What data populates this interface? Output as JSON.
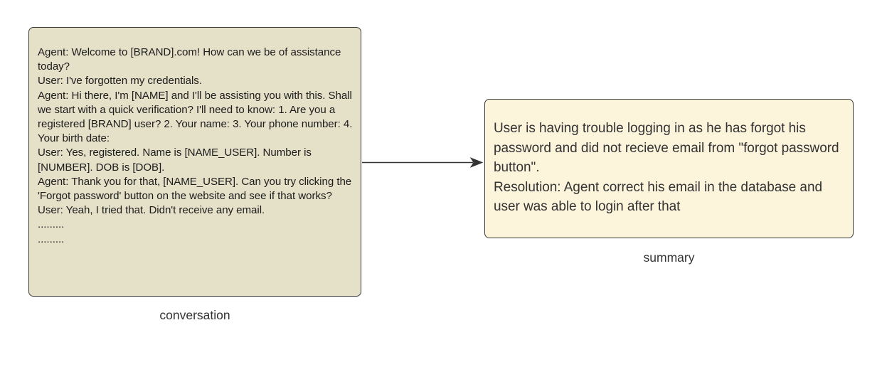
{
  "diagram": {
    "type": "flowchart",
    "background_color": "#ffffff",
    "nodes": [
      {
        "id": "conversation",
        "caption": "conversation",
        "fill_color": "#e5e0c8",
        "border_color": "#3b3b3b",
        "text_color": "#1c1c1c",
        "text": "Agent: Welcome to [BRAND].com! How can we be of assistance today?\nUser: I've forgotten my credentials.\nAgent: Hi there, I'm [NAME] and I'll be assisting you with this. Shall we start with a quick verification? I'll need to know: 1. Are you a registered [BRAND] user? 2. Your name: 3. Your phone number: 4. Your birth date:\nUser: Yes, registered. Name is [NAME_USER]. Number is [NUMBER]. DOB is [DOB].\nAgent: Thank you for that, [NAME_USER]. Can you try clicking the 'Forgot password' button on the website and see if that works?\nUser: Yeah, I tried that. Didn't receive any email.\n.........\n........."
      },
      {
        "id": "summary",
        "caption": "summary",
        "fill_color": "#fdf4dc",
        "border_color": "#3b3b3b",
        "text_color": "#333333",
        "text": "User is having trouble logging in as he has forgot his password and did not recieve email from \"forgot password button\".\nResolution: Agent correct his email in the database and user was able to login after that"
      }
    ],
    "edges": [
      {
        "id": "conversation-to-summary",
        "from": "conversation",
        "to": "summary",
        "label": "",
        "color": "#333333",
        "arrowhead": "filled-triangle"
      }
    ]
  }
}
